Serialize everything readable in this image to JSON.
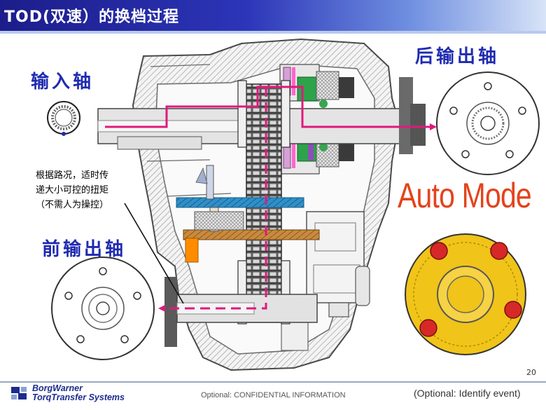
{
  "slide": {
    "title": "TOD(双速）的换档过程",
    "page_number": "20"
  },
  "labels": {
    "input_shaft": "输入轴",
    "rear_output_shaft": "后输出轴",
    "front_output_shaft": "前输出轴",
    "note": [
      "根据路况，适时传",
      "递大小可控的扭矩",
      "（不需人为操控）"
    ],
    "mode": "Auto Mode"
  },
  "footer": {
    "logo_line1": "BorgWarner",
    "logo_line2": "TorqTransfer Systems",
    "confidential": "Optional: CONFIDENTIAL INFORMATION",
    "event": "(Optional: Identify event)"
  },
  "colors": {
    "title_blue": "#1c1d8a",
    "label_blue": "#1f2ab0",
    "flow_arrow": "#e0197d",
    "mode_text": "#e4431c",
    "clutch_yellow": "#f0c419"
  }
}
